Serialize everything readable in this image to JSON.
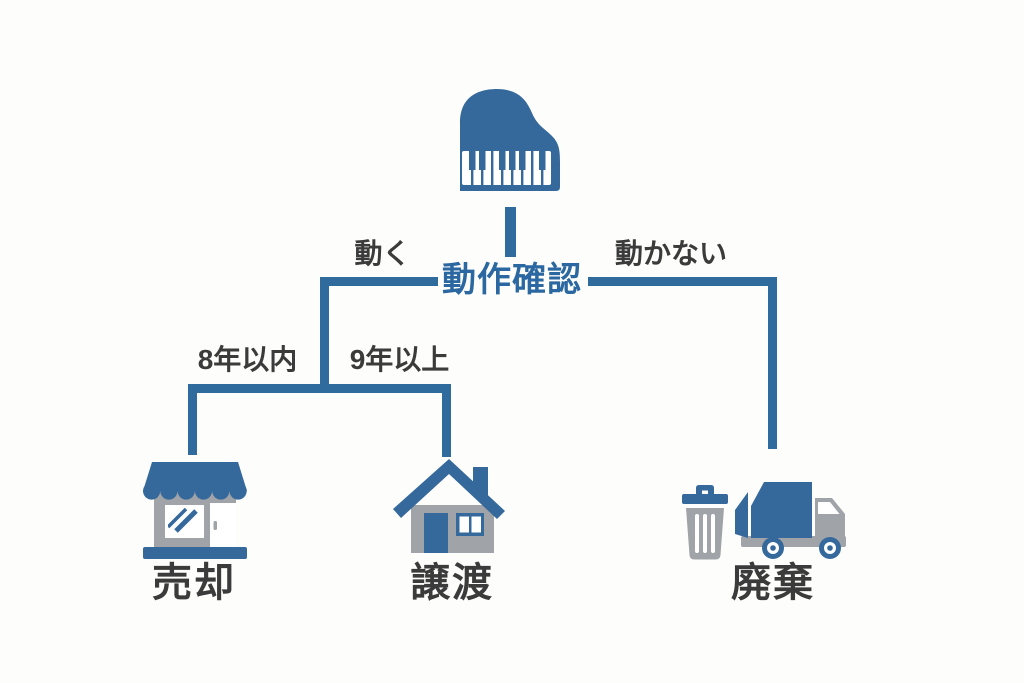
{
  "colors": {
    "primary_blue": "#35699C",
    "line_blue": "#2F6B9C",
    "title_blue": "#2B67A0",
    "icon_gray": "#A0A3A7",
    "text_dark": "#3B3B3B",
    "bg": "#FDFDFB"
  },
  "diagram": {
    "root_icon": "grand-piano",
    "title": "動作確認",
    "branches": {
      "works_label": "動く",
      "not_works_label": "動かない",
      "within_8_years_label": "8年以内",
      "over_9_years_label": "9年以上"
    },
    "outcomes": [
      {
        "label": "売却",
        "icon": "storefront"
      },
      {
        "label": "譲渡",
        "icon": "house"
      },
      {
        "label": "廃棄",
        "icon": "trash-can-and-garbage-truck"
      }
    ]
  }
}
